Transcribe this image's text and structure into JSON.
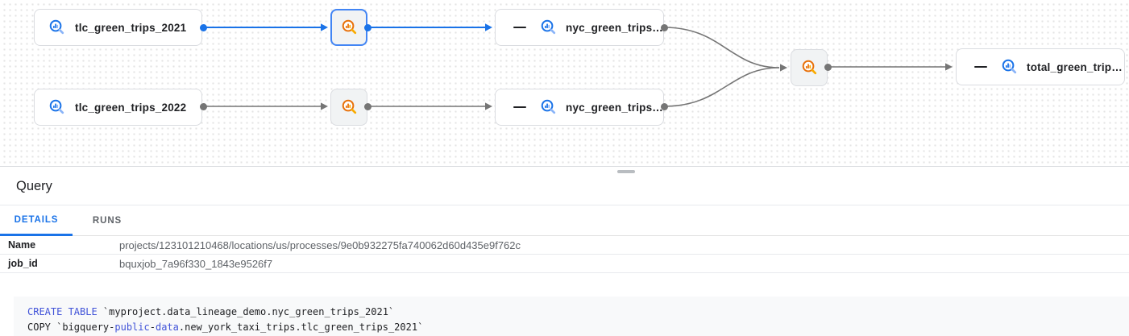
{
  "graph": {
    "nodes": {
      "tlc2021": {
        "label": "tlc_green_trips_2021",
        "type": "table"
      },
      "tlc2022": {
        "label": "tlc_green_trips_2022",
        "type": "table"
      },
      "proc1": {
        "label": "",
        "type": "process",
        "selected": true
      },
      "proc2": {
        "label": "",
        "type": "process"
      },
      "nyc1": {
        "label": "nyc_green_trips…",
        "type": "table"
      },
      "nyc2": {
        "label": "nyc_green_trips…",
        "type": "table"
      },
      "proc3": {
        "label": "",
        "type": "process"
      },
      "total": {
        "label": "total_green_trip…",
        "type": "table"
      }
    },
    "icons": {
      "table_icon": "bigquery-table-icon",
      "process_icon": "bigquery-process-icon",
      "collapse_icon": "minus-collapse-icon"
    },
    "colors": {
      "edge_highlight": "#1a73e8",
      "edge_default": "#757575",
      "selected_border": "#4285f4",
      "table_icon_main": "#1a73e8",
      "table_icon_handle": "#8ab4f8",
      "process_icon_main": "#e8710a",
      "process_icon_handle": "#f9ab00"
    }
  },
  "panel": {
    "title": "Query",
    "tabs": [
      {
        "label": "DETAILS",
        "active": true
      },
      {
        "label": "RUNS",
        "active": false
      }
    ],
    "details": {
      "rows": [
        {
          "label": "Name",
          "value": "projects/123101210468/locations/us/processes/9e0b932275fa740062d60d435e9f762c"
        },
        {
          "label": "job_id",
          "value": "bquxjob_7a96f330_1843e9526f7"
        }
      ]
    }
  },
  "code": {
    "keyword_color": "#4153d8",
    "lines": [
      {
        "tokens": [
          {
            "text": "CREATE TABLE",
            "type": "keyword"
          },
          {
            "text": " `myproject.data_lineage_demo.nyc_green_trips_2021`",
            "type": "plain"
          }
        ]
      },
      {
        "tokens": [
          {
            "text": "COPY `bigquery-",
            "type": "plain"
          },
          {
            "text": "public",
            "type": "keyword"
          },
          {
            "text": "-",
            "type": "plain"
          },
          {
            "text": "data",
            "type": "keyword"
          },
          {
            "text": ".new_york_taxi_trips.tlc_green_trips_2021`",
            "type": "plain"
          }
        ]
      }
    ]
  }
}
